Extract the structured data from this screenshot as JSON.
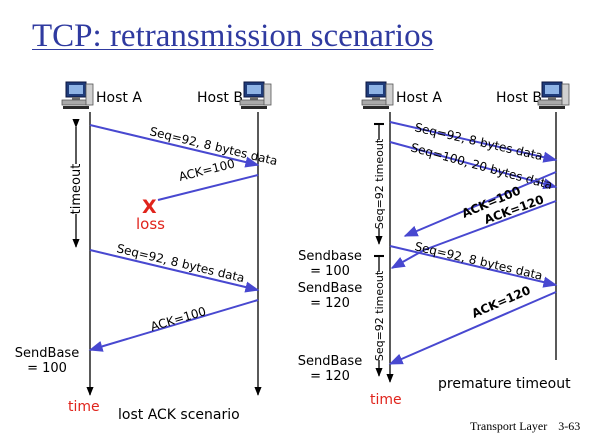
{
  "slide": {
    "title": "TCP: retransmission scenarios",
    "footer_label": "Transport Layer",
    "page_number": "3-63"
  },
  "colors": {
    "title": "#2f3aa0",
    "arrow": "#4848d0",
    "loss": "#e0241c",
    "line": "#000000"
  },
  "left_scenario": {
    "host_a": "Host A",
    "host_b": "Host B",
    "timeout_label": "timeout",
    "msg1": "Seq=92, 8 bytes data",
    "ack1": "ACK=100",
    "loss_mark": "X",
    "loss_label": "loss",
    "msg2": "Seq=92, 8 bytes data",
    "ack2": "ACK=100",
    "sendbase_line1": "SendBase",
    "sendbase_line2": "= 100",
    "time_label": "time",
    "caption": "lost ACK scenario",
    "icons": {
      "host_a": "computer-icon",
      "host_b": "computer-icon"
    }
  },
  "right_scenario": {
    "host_a": "Host A",
    "host_b": "Host B",
    "timeout1_label": "Seq=92 timeout",
    "timeout2_label": "Seq=92 timeout",
    "msg1": "Seq=92, 8 bytes data",
    "msg2": "Seq=100, 20 bytes data",
    "ack1": "ACK=100",
    "ack2": "ACK=120",
    "msg3": "Seq=92, 8 bytes data",
    "ack3": "ACK=120",
    "sendbase1_line1": "Sendbase",
    "sendbase1_line2": "= 100",
    "sendbase2_line1": "SendBase",
    "sendbase2_line2": "= 120",
    "sendbase3_line1": "SendBase",
    "sendbase3_line2": "= 120",
    "time_label": "time",
    "caption": "premature timeout",
    "icons": {
      "host_a": "computer-icon",
      "host_b": "computer-icon"
    }
  }
}
